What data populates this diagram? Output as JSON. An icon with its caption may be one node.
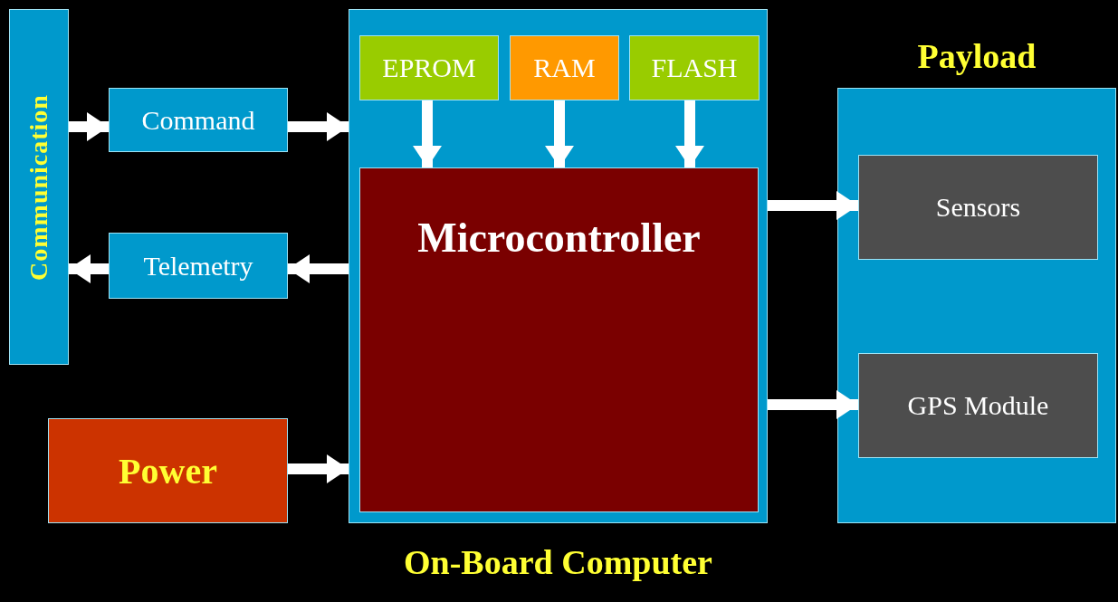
{
  "diagram": {
    "nodes": [
      {
        "text": [
          "Communication"
        ]
      },
      {
        "text": [
          "Command"
        ]
      },
      {
        "text": [
          "Telemetry"
        ]
      },
      {
        "text": [
          "On-Board Computer"
        ]
      },
      {
        "text": [
          "EPROM"
        ],
        "in": 3
      },
      {
        "text": [
          "RAM"
        ],
        "in": 3
      },
      {
        "text": [
          "FLASH"
        ],
        "in": 3
      },
      {
        "text": [
          "Microcontroller"
        ],
        "in": 3
      },
      {
        "text": [
          "Payload"
        ]
      },
      {
        "text": [
          "Sensors"
        ],
        "in": 8
      },
      {
        "text": [
          "GPS Module"
        ],
        "in": 8
      },
      {
        "text": [
          "Power"
        ]
      }
    ],
    "edges": [
      {
        "from": 0,
        "to": 1,
        "arrow": "to"
      },
      {
        "from": 1,
        "to": 3,
        "arrow": "to"
      },
      {
        "from": 3,
        "to": 2,
        "arrow": "to"
      },
      {
        "from": 2,
        "to": 0,
        "arrow": "to"
      },
      {
        "from": 4,
        "to": 7,
        "arrow": "to"
      },
      {
        "from": 5,
        "to": 7,
        "arrow": "to"
      },
      {
        "from": 6,
        "to": 7,
        "arrow": "to"
      },
      {
        "from": 3,
        "to": 9,
        "arrow": "to"
      },
      {
        "from": 3,
        "to": 10,
        "arrow": "to"
      },
      {
        "from": 11,
        "to": 3,
        "arrow": "to"
      }
    ]
  }
}
